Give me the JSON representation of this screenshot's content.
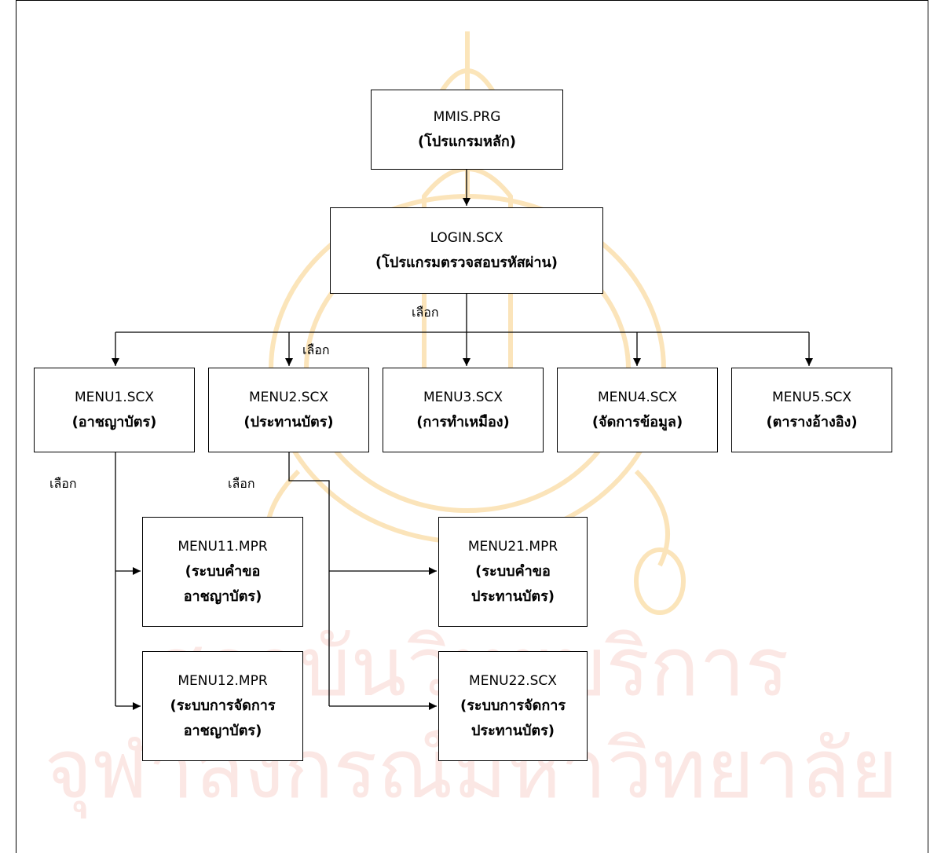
{
  "watermark": {
    "line1": "สถาบันวิทยบริการ",
    "line2": "จุฬาลงกรณ์มหาวิทยาลัย",
    "color": "#fbe7e4",
    "emblem_color": "#fbe2b3"
  },
  "nodes": {
    "mmis": {
      "code": "MMIS.PRG",
      "desc": "(โปรแกรมหลัก)"
    },
    "login": {
      "code": "LOGIN.SCX",
      "desc": "(โปรแกรมตรวจสอบรหัสผ่าน)"
    },
    "menu1": {
      "code": "MENU1.SCX",
      "desc": "(อาชญาบัตร)"
    },
    "menu2": {
      "code": "MENU2.SCX",
      "desc": "(ประทานบัตร)"
    },
    "menu3": {
      "code": "MENU3.SCX",
      "desc": "(การทำเหมือง)"
    },
    "menu4": {
      "code": "MENU4.SCX",
      "desc": "(จัดการข้อมูล)"
    },
    "menu5": {
      "code": "MENU5.SCX",
      "desc": "(ตารางอ้างอิง)"
    },
    "menu11": {
      "code": "MENU11.MPR",
      "desc": "(ระบบคำขอ\nอาชญาบัตร)"
    },
    "menu12": {
      "code": "MENU12.MPR",
      "desc": "(ระบบการจัดการ\nอาชญาบัตร)"
    },
    "menu21": {
      "code": "MENU21.MPR",
      "desc": "(ระบบคำขอ\nประทานบัตร)"
    },
    "menu22": {
      "code": "MENU22.SCX",
      "desc": "(ระบบการจัดการ\nประทานบัตร)"
    }
  },
  "labels": {
    "login_select": "เลือก",
    "menu2_select": "เลือก",
    "menu1_children_select": "เลือก",
    "menu2_children_select": "เลือก"
  }
}
